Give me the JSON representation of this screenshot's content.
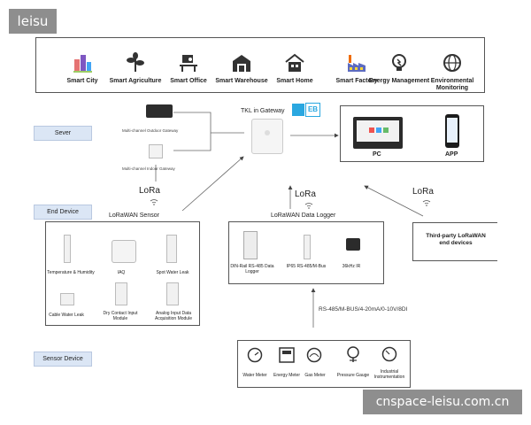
{
  "brand": {
    "logo_text": "leisu",
    "watermark_text": "cnspace-leisu.com.cn"
  },
  "applications": [
    {
      "label": "Smart City",
      "icon": "city-icon"
    },
    {
      "label": "Smart Agriculture",
      "icon": "plant-icon"
    },
    {
      "label": "Smart Office",
      "icon": "desk-icon"
    },
    {
      "label": "Smart Warehouse",
      "icon": "warehouse-icon"
    },
    {
      "label": "Smart Home",
      "icon": "home-icon"
    },
    {
      "label": "Smart Factory",
      "icon": "factory-icon"
    },
    {
      "label": "Energy Management",
      "icon": "bulb-icon"
    },
    {
      "label": "Environmental Monitoring",
      "icon": "globe-icon"
    }
  ],
  "layers": {
    "server": "Sever",
    "end_device": "End Device",
    "sensor_device": "Sensor Device"
  },
  "gateways": {
    "main": "TKL in Gateway",
    "outdoor": "Multi-channel Outdoor Gateway",
    "indoor": "Multi-channel Indoor Gateway",
    "badge": "EB"
  },
  "clients": {
    "pc": "PC",
    "app": "APP"
  },
  "lora_labels": [
    "LoRa",
    "LoRa",
    "LoRa"
  ],
  "sensor_group": {
    "title": "LoRaWAN Sensor",
    "items": [
      "Temperature & Humidity",
      "IAQ",
      "Spot Water Leak",
      "Cable Water Leak",
      "Dry Contact Input Module",
      "Analog Input Data Acquisition Module"
    ]
  },
  "logger_group": {
    "title": "LoRaWAN Data Logger",
    "items": [
      "DIN-Rail RS-485 Data Logger",
      "IP65 RS-485/M-Bus",
      "36kHz IR"
    ]
  },
  "third_party": "Third-party LoRaWAN end devices",
  "interface_label": "RS-485/M-BUS/4-20mA/0-10V/8DI",
  "meters": [
    "Water Meter",
    "Energy Meter",
    "Gas Meter",
    "Pressure Gauge",
    "Industrial Instrumentation"
  ]
}
